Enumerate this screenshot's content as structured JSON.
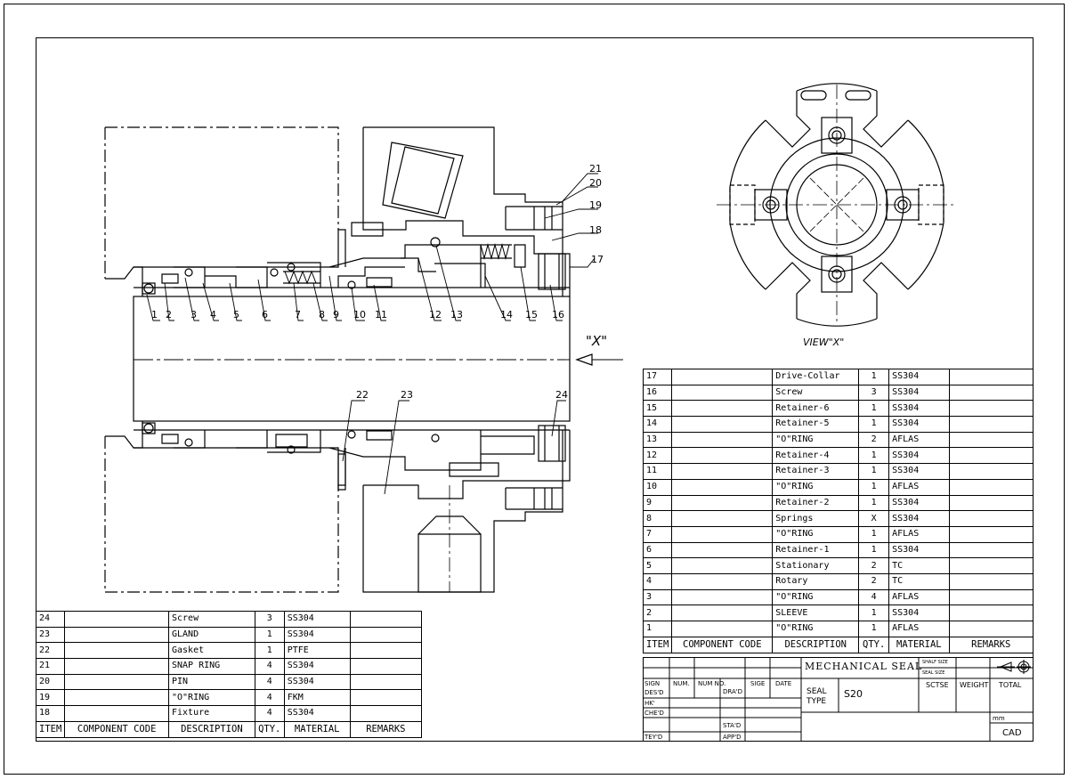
{
  "view_label": "VIEW\"X\"",
  "view_arrow_label": "\"X\"",
  "callouts": [
    "1",
    "2",
    "3",
    "4",
    "5",
    "6",
    "7",
    "8",
    "9",
    "10",
    "11",
    "12",
    "13",
    "14",
    "15",
    "16",
    "17",
    "18",
    "19",
    "20",
    "21",
    "22",
    "23",
    "24"
  ],
  "bom_right": {
    "header": {
      "item": "ITEM",
      "code": "COMPONENT CODE",
      "desc": "DESCRIPTION",
      "qty": "QTY.",
      "mat": "MATERIAL",
      "rem": "REMARKS"
    },
    "rows": [
      {
        "item": "17",
        "code": "",
        "desc": "Drive-Collar",
        "qty": "1",
        "mat": "SS304",
        "rem": ""
      },
      {
        "item": "16",
        "code": "",
        "desc": "Screw",
        "qty": "3",
        "mat": "SS304",
        "rem": ""
      },
      {
        "item": "15",
        "code": "",
        "desc": "Retainer-6",
        "qty": "1",
        "mat": "SS304",
        "rem": ""
      },
      {
        "item": "14",
        "code": "",
        "desc": "Retainer-5",
        "qty": "1",
        "mat": "SS304",
        "rem": ""
      },
      {
        "item": "13",
        "code": "",
        "desc": "\"O\"RING",
        "qty": "2",
        "mat": "AFLAS",
        "rem": ""
      },
      {
        "item": "12",
        "code": "",
        "desc": "Retainer-4",
        "qty": "1",
        "mat": "SS304",
        "rem": ""
      },
      {
        "item": "11",
        "code": "",
        "desc": "Retainer-3",
        "qty": "1",
        "mat": "SS304",
        "rem": ""
      },
      {
        "item": "10",
        "code": "",
        "desc": "\"O\"RING",
        "qty": "1",
        "mat": "AFLAS",
        "rem": ""
      },
      {
        "item": "9",
        "code": "",
        "desc": "Retainer-2",
        "qty": "1",
        "mat": "SS304",
        "rem": ""
      },
      {
        "item": "8",
        "code": "",
        "desc": "Springs",
        "qty": "X",
        "mat": "SS304",
        "rem": ""
      },
      {
        "item": "7",
        "code": "",
        "desc": "\"O\"RING",
        "qty": "1",
        "mat": "AFLAS",
        "rem": ""
      },
      {
        "item": "6",
        "code": "",
        "desc": "Retainer-1",
        "qty": "1",
        "mat": "SS304",
        "rem": ""
      },
      {
        "item": "5",
        "code": "",
        "desc": "Stationary",
        "qty": "2",
        "mat": "TC",
        "rem": ""
      },
      {
        "item": "4",
        "code": "",
        "desc": "Rotary",
        "qty": "2",
        "mat": "TC",
        "rem": ""
      },
      {
        "item": "3",
        "code": "",
        "desc": "\"O\"RING",
        "qty": "4",
        "mat": "AFLAS",
        "rem": ""
      },
      {
        "item": "2",
        "code": "",
        "desc": "SLEEVE",
        "qty": "1",
        "mat": "SS304",
        "rem": ""
      },
      {
        "item": "1",
        "code": "",
        "desc": "\"O\"RING",
        "qty": "1",
        "mat": "AFLAS",
        "rem": ""
      }
    ]
  },
  "bom_left": {
    "header": {
      "item": "ITEM",
      "code": "COMPONENT CODE",
      "desc": "DESCRIPTION",
      "qty": "QTY.",
      "mat": "MATERIAL",
      "rem": "REMARKS"
    },
    "rows": [
      {
        "item": "24",
        "code": "",
        "desc": "Screw",
        "qty": "3",
        "mat": "SS304",
        "rem": ""
      },
      {
        "item": "23",
        "code": "",
        "desc": "GLAND",
        "qty": "1",
        "mat": "SS304",
        "rem": ""
      },
      {
        "item": "22",
        "code": "",
        "desc": "Gasket",
        "qty": "1",
        "mat": "PTFE",
        "rem": ""
      },
      {
        "item": "21",
        "code": "",
        "desc": "SNAP RING",
        "qty": "4",
        "mat": "SS304",
        "rem": ""
      },
      {
        "item": "20",
        "code": "",
        "desc": "PIN",
        "qty": "4",
        "mat": "SS304",
        "rem": ""
      },
      {
        "item": "19",
        "code": "",
        "desc": "\"O\"RING",
        "qty": "4",
        "mat": "FKM",
        "rem": ""
      },
      {
        "item": "18",
        "code": "",
        "desc": "Fixture",
        "qty": "4",
        "mat": "SS304",
        "rem": ""
      }
    ]
  },
  "title_block": {
    "title": "MECHANICAL SEAL",
    "seal_type_label": "SEAL TYPE",
    "seal_type_value": "S20",
    "shalf_size": "SHALF SIZE",
    "seal_size": "SEAL SIZE",
    "sign": "SIGN",
    "num": "NUM.",
    "num_no": "NUM NO.",
    "sige": "SIGE",
    "date": "DATE",
    "des_d": "DES'D",
    "dra_d": "DRA'D",
    "hk": "HK'",
    "che_d": "CHE'D",
    "sta_d": "STA'D",
    "tey_d": "TEY'D",
    "app_d": "APP'D",
    "sctse": "SCTSE",
    "weight": "WEIGHT",
    "total": "TOTAL",
    "unit": "mm",
    "cad": "CAD"
  }
}
